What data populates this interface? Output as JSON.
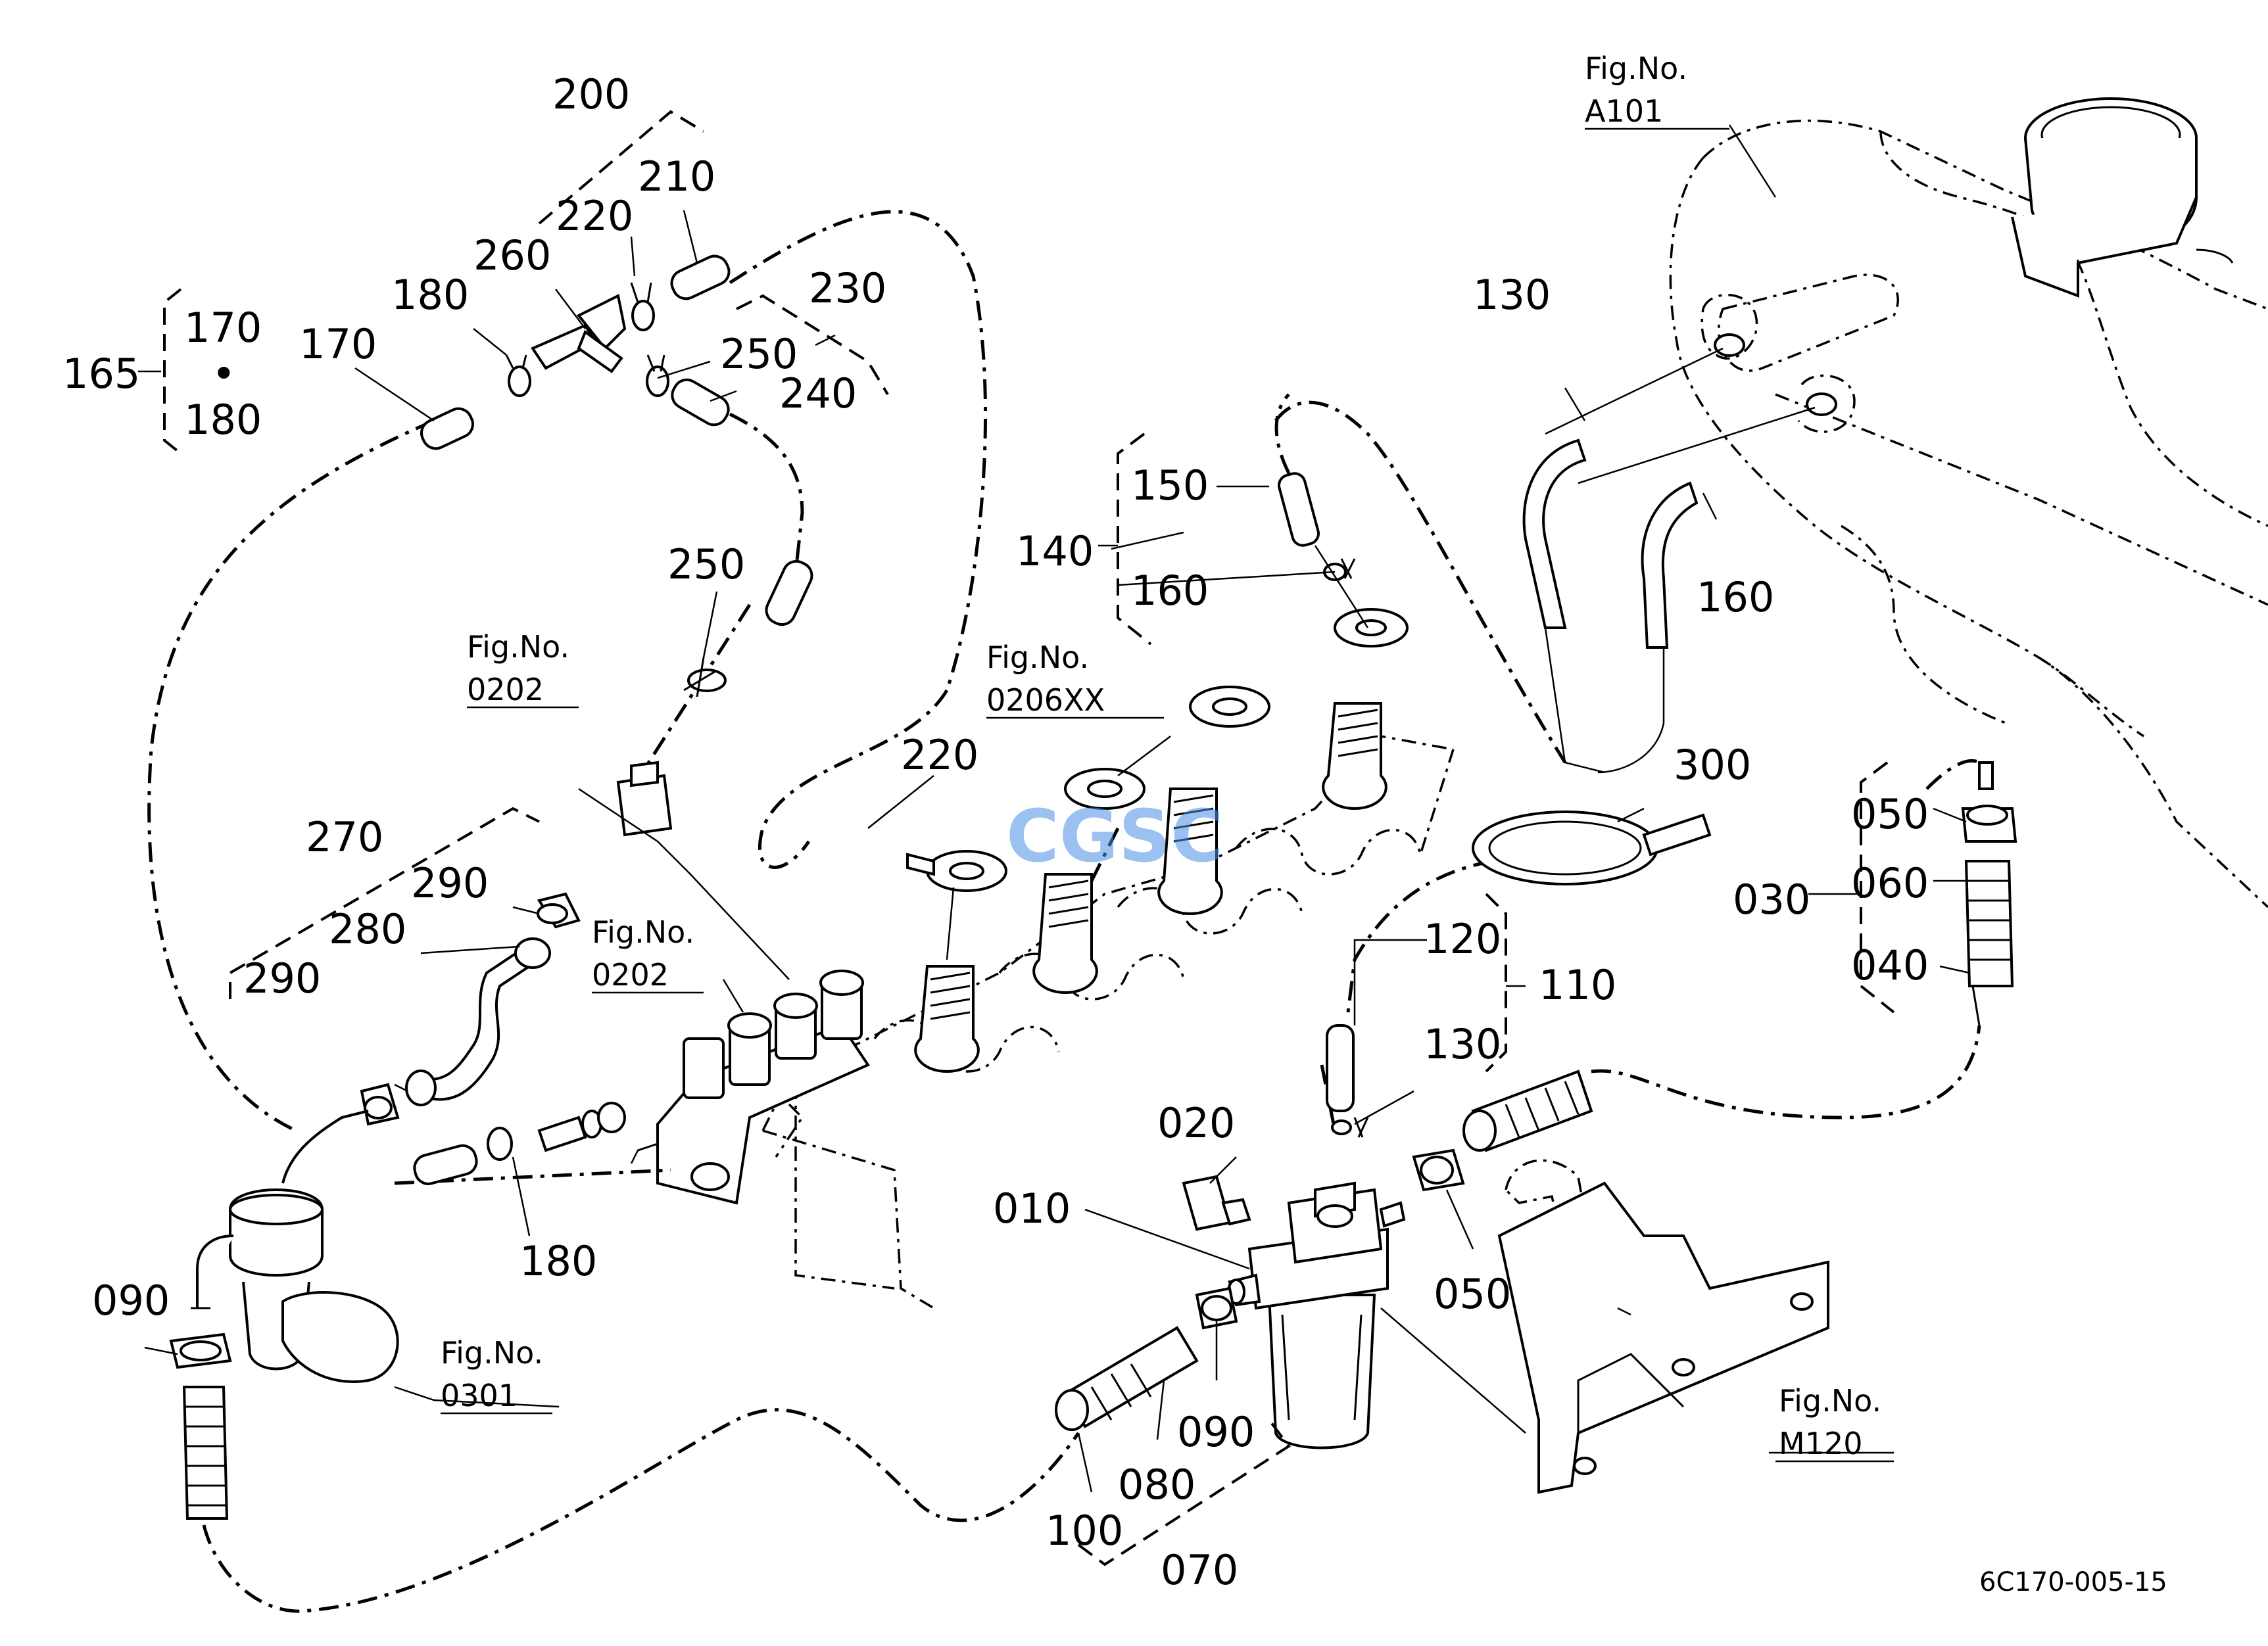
{
  "diagram": {
    "drawing_code": "6C170-005-15",
    "watermark": "CGSC",
    "part_labels": [
      {
        "id": "l165",
        "text": "165"
      },
      {
        "id": "l170a",
        "text": "170"
      },
      {
        "id": "l170b",
        "text": "170"
      },
      {
        "id": "ldot",
        "text": "•"
      },
      {
        "id": "l180a",
        "text": "180"
      },
      {
        "id": "l180b",
        "text": "180"
      },
      {
        "id": "l180c",
        "text": "180"
      },
      {
        "id": "l200",
        "text": "200"
      },
      {
        "id": "l210",
        "text": "210"
      },
      {
        "id": "l220a",
        "text": "220"
      },
      {
        "id": "l220b",
        "text": "220"
      },
      {
        "id": "l230",
        "text": "230"
      },
      {
        "id": "l240",
        "text": "240"
      },
      {
        "id": "l250a",
        "text": "250"
      },
      {
        "id": "l250b",
        "text": "250"
      },
      {
        "id": "l260",
        "text": "260"
      },
      {
        "id": "l270",
        "text": "270"
      },
      {
        "id": "l280",
        "text": "280"
      },
      {
        "id": "l290a",
        "text": "290"
      },
      {
        "id": "l290b",
        "text": "290"
      },
      {
        "id": "l130a",
        "text": "130"
      },
      {
        "id": "l130b",
        "text": "130"
      },
      {
        "id": "l140",
        "text": "140"
      },
      {
        "id": "l150",
        "text": "150"
      },
      {
        "id": "l160a",
        "text": "160"
      },
      {
        "id": "l160b",
        "text": "160"
      },
      {
        "id": "l300",
        "text": "300"
      },
      {
        "id": "l030",
        "text": "030"
      },
      {
        "id": "l050a",
        "text": "050"
      },
      {
        "id": "l050b",
        "text": "050"
      },
      {
        "id": "l060",
        "text": "060"
      },
      {
        "id": "l040",
        "text": "040"
      },
      {
        "id": "l110",
        "text": "110"
      },
      {
        "id": "l120",
        "text": "120"
      },
      {
        "id": "l020",
        "text": "020"
      },
      {
        "id": "l010",
        "text": "010"
      },
      {
        "id": "l090a",
        "text": "090"
      },
      {
        "id": "l090b",
        "text": "090"
      },
      {
        "id": "l080",
        "text": "080"
      },
      {
        "id": "l100",
        "text": "100"
      },
      {
        "id": "l070",
        "text": "070"
      }
    ],
    "figure_refs": [
      {
        "id": "fA101",
        "title": "Fig.No.",
        "number": "A101"
      },
      {
        "id": "f0202a",
        "title": "Fig.No.",
        "number": "0202"
      },
      {
        "id": "f0202b",
        "title": "Fig.No.",
        "number": "0202"
      },
      {
        "id": "f0206",
        "title": "Fig.No.",
        "number": "0206XX"
      },
      {
        "id": "f0301",
        "title": "Fig.No.",
        "number": "0301"
      },
      {
        "id": "fM120",
        "title": "Fig.No.",
        "number": "M120"
      }
    ]
  }
}
